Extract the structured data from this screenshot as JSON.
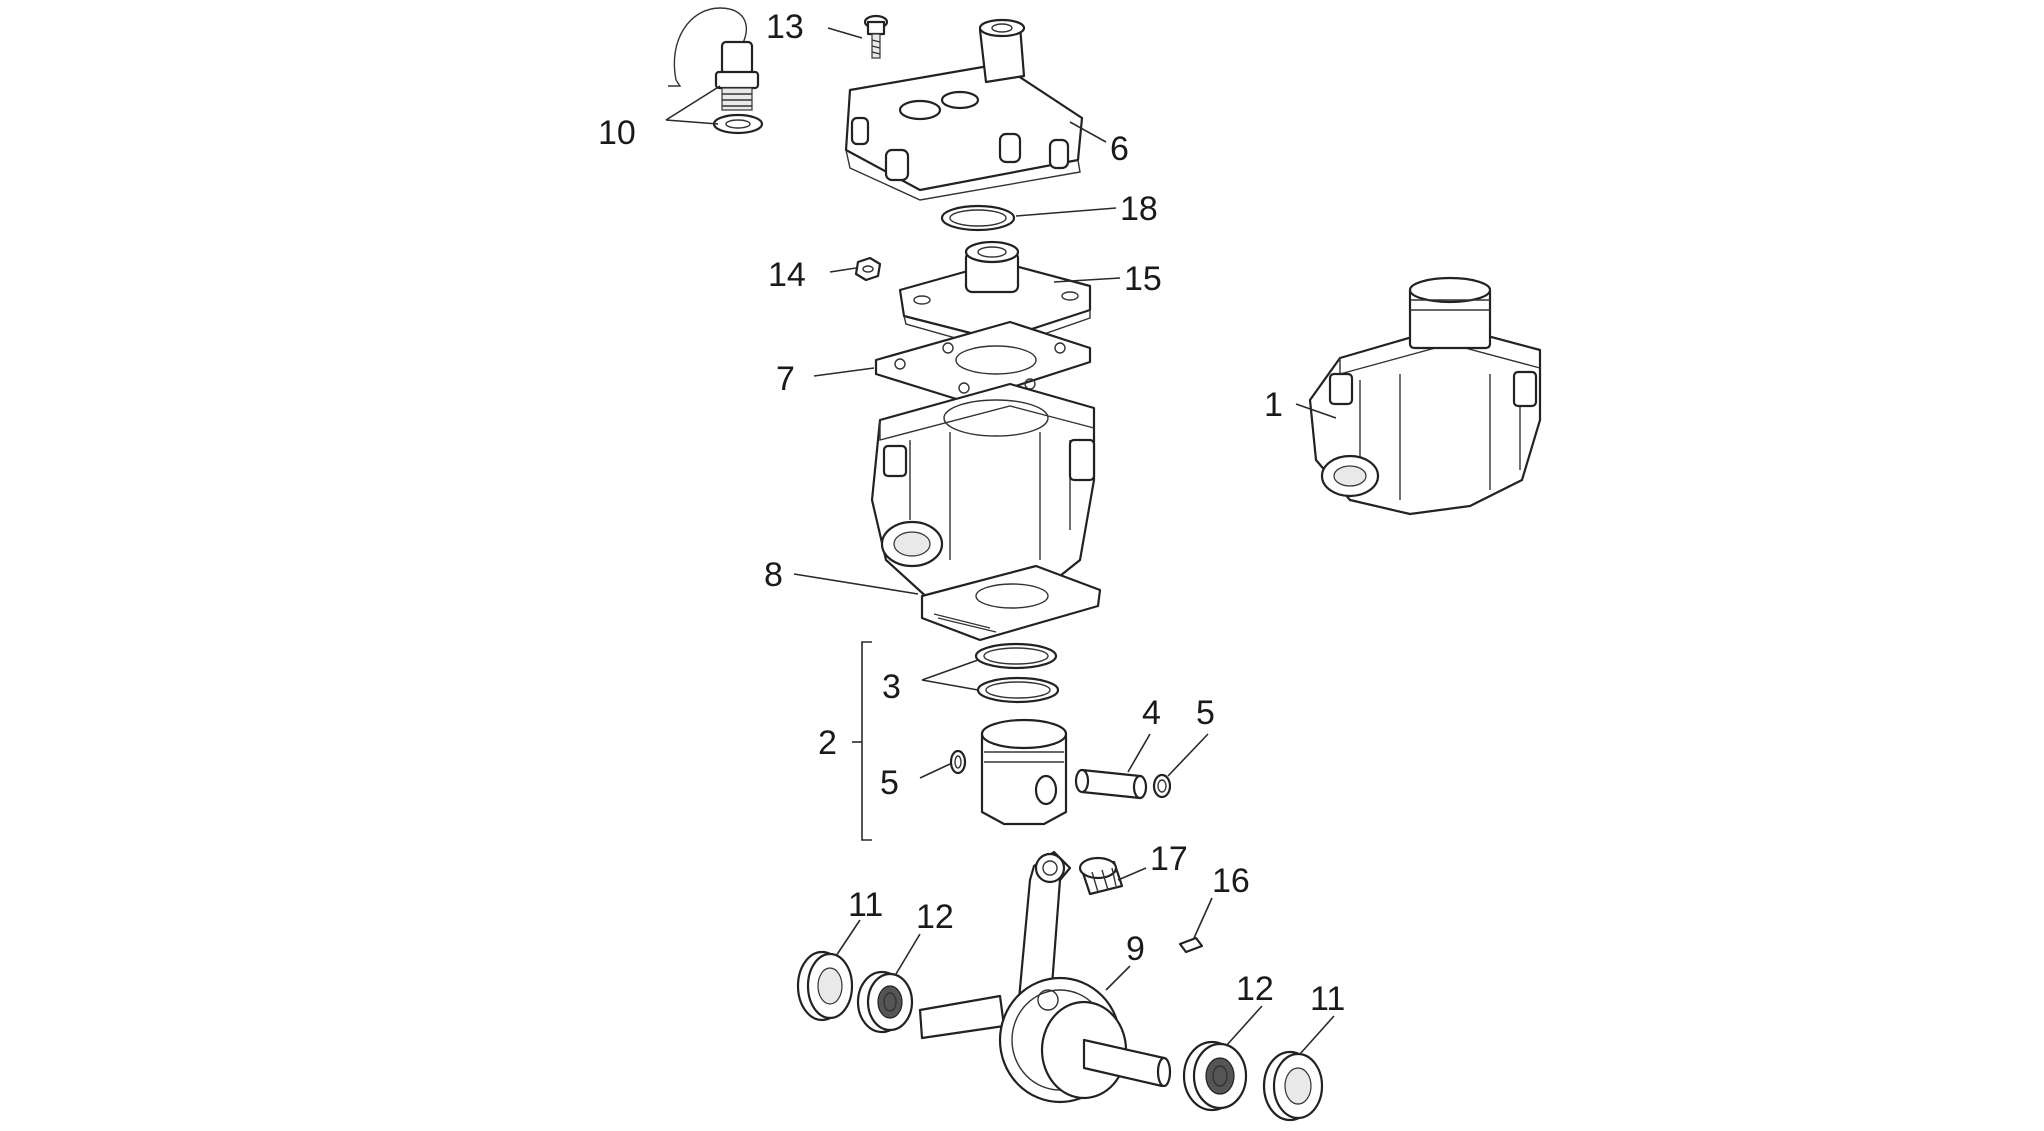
{
  "callouts": {
    "c13": "13",
    "c10": "10",
    "c6": "6",
    "c18": "18",
    "c14": "14",
    "c15": "15",
    "c7": "7",
    "c1": "1",
    "c8": "8",
    "c3": "3",
    "c2": "2",
    "c4": "4",
    "c5a": "5",
    "c5b": "5",
    "c17": "17",
    "c16": "16",
    "c11a": "11",
    "c12a": "12",
    "c9": "9",
    "c12b": "12",
    "c11b": "11"
  }
}
